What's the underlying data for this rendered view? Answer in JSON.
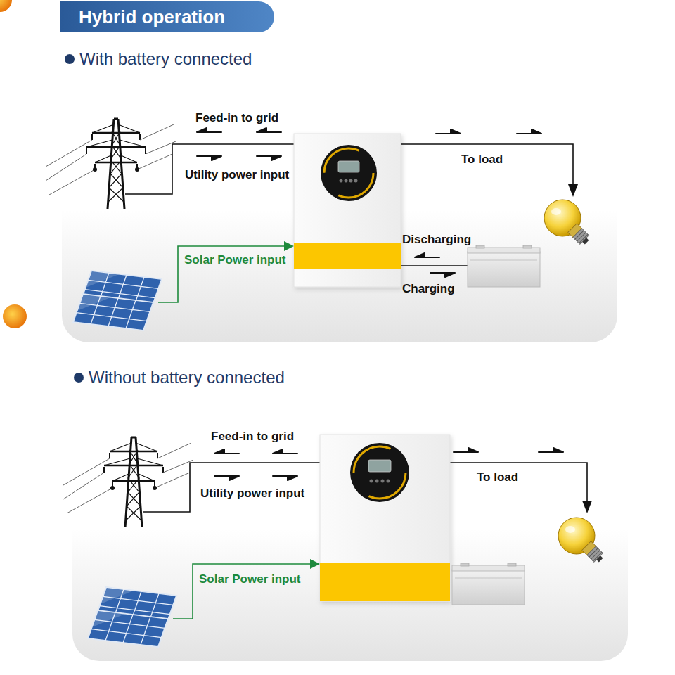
{
  "diagram": {
    "title": "Hybrid operation",
    "labels": [
      "With battery connected",
      "Feed-in to grid",
      "Utility power input",
      "To load",
      "Solar Power input",
      "Discharging",
      "Charging",
      "Without battery connected",
      "Feed-in to grid",
      "Utility power input",
      "To load",
      "Solar Power input"
    ]
  }
}
